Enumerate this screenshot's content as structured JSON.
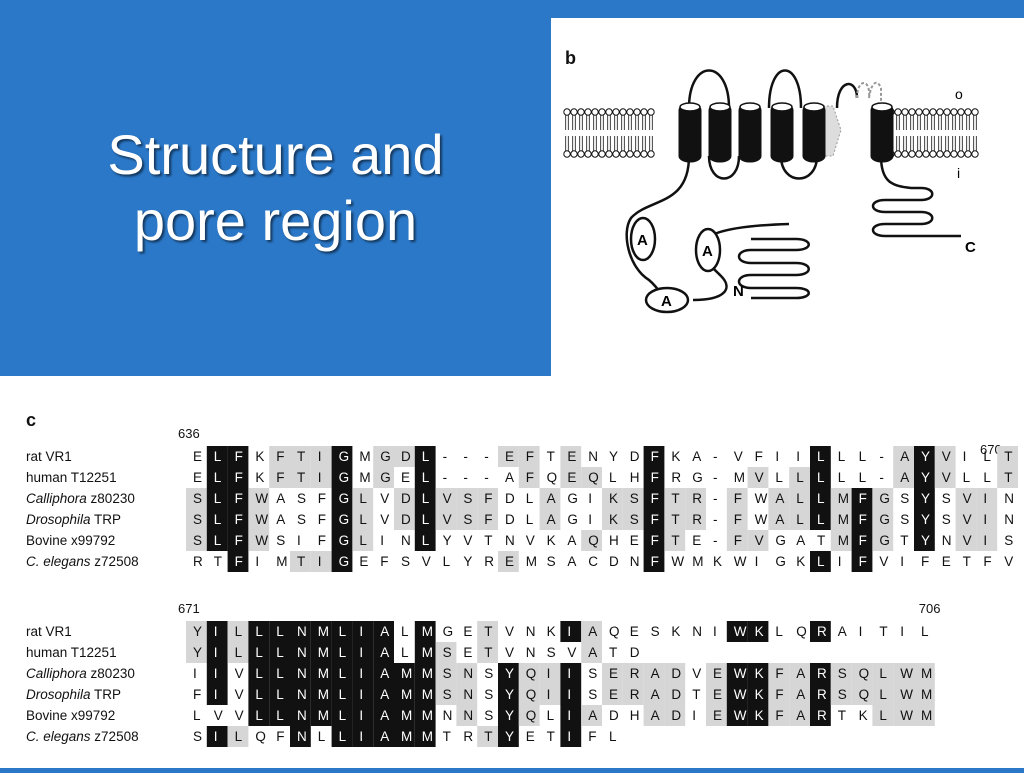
{
  "slide": {
    "title": "Structure and pore region",
    "colors": {
      "background": "#2b78c8",
      "title_text": "#ffffff"
    }
  },
  "figure_b": {
    "panel_letter": "b",
    "labels": {
      "outside": "o",
      "inside": "i",
      "c_terminus": "C",
      "n_terminus": "N",
      "ankyrin": "A"
    }
  },
  "figure_c": {
    "panel_letter": "c",
    "blocks": [
      {
        "start": "636",
        "end": "670",
        "rows": [
          {
            "name": "rat VR1",
            "species": "",
            "id": "",
            "seq": "ELFKFTIGMGDL---EFTENYDFKA-VFIILLL-AYVILT"
          },
          {
            "name": "human T12251",
            "species": "",
            "id": "",
            "seq": "ELFKFTIGMGEL---AFQEQLHFRG-MVLLLLL-AYVLLT"
          },
          {
            "name": "",
            "species": "Calliphora",
            "id": "z80230",
            "seq": "SLFWASFGLVDLVSFDLAGIKSFTR-FWALLMFGSYSVIN"
          },
          {
            "name": "",
            "species": "Drosophila",
            "id": "TRP",
            "seq": "SLFWASFGLVDLVSFDLAGIKSFTR-FWALLMFGSYSVIN"
          },
          {
            "name": "Bovine x99792",
            "species": "",
            "id": "",
            "seq": "SLFWSIFGLINLYVTNVKAQHEFTE-FVGATMFGTYNVIS"
          },
          {
            "name": "",
            "species": "C. elegans",
            "id": "z72508",
            "seq": "RTFIMTIGEFSVLYREMSACDNFWMKWIGKLIFVIFETFV"
          }
        ]
      },
      {
        "start": "671",
        "end": "706",
        "rows": [
          {
            "name": "rat VR1",
            "species": "",
            "id": "",
            "seq": "YILLLNMLIALMGETVNKIAQESKNIWKLQRAITIL"
          },
          {
            "name": "human T12251",
            "species": "",
            "id": "",
            "seq": "YILLLNMLIALMSETVNSVATD"
          },
          {
            "name": "",
            "species": "Calliphora",
            "id": "z80230",
            "seq": "IIVLLNMLIAMMSNSYQIISERADVEWKFARSQLWM"
          },
          {
            "name": "",
            "species": "Drosophila",
            "id": "TRP",
            "seq": "FIVLLNMLIAMMSNSYQIISERADTEWKFARSQLWM"
          },
          {
            "name": "Bovine x99792",
            "species": "",
            "id": "",
            "seq": "LVVLLNMLIAMMNNSYQLIADHADIEWKFARTKLWM"
          },
          {
            "name": "",
            "species": "C. elegans",
            "id": "z72508",
            "seq": "SILQFNLLIAMMTRTYETIFL"
          }
        ]
      }
    ]
  }
}
